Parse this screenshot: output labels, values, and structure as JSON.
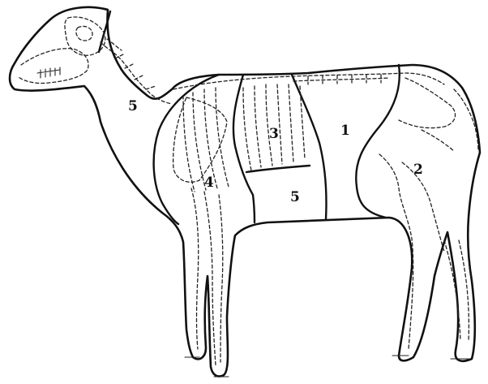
{
  "regions": [
    {
      "id": "loin",
      "number": "1"
    },
    {
      "id": "leg",
      "number": "2"
    },
    {
      "id": "rack",
      "number": "3"
    },
    {
      "id": "shoulder",
      "number": "4"
    },
    {
      "id": "neck",
      "number": "5"
    },
    {
      "id": "breast",
      "number": "5"
    }
  ],
  "colors": {
    "ink": "#111111",
    "paper": "#ffffff"
  }
}
